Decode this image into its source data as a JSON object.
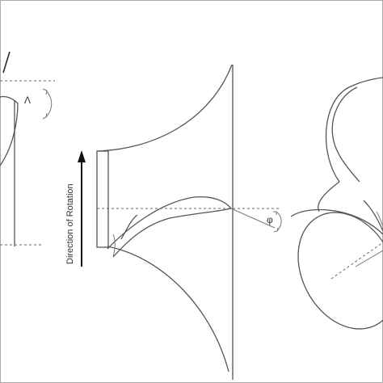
{
  "labels": {
    "rotation": "Direction of Rotation",
    "angle_left": "Λ",
    "angle_mid": "φ"
  },
  "colors": {
    "line": "#555555",
    "frame": "#aaaaaa",
    "background": "#ffffff"
  }
}
